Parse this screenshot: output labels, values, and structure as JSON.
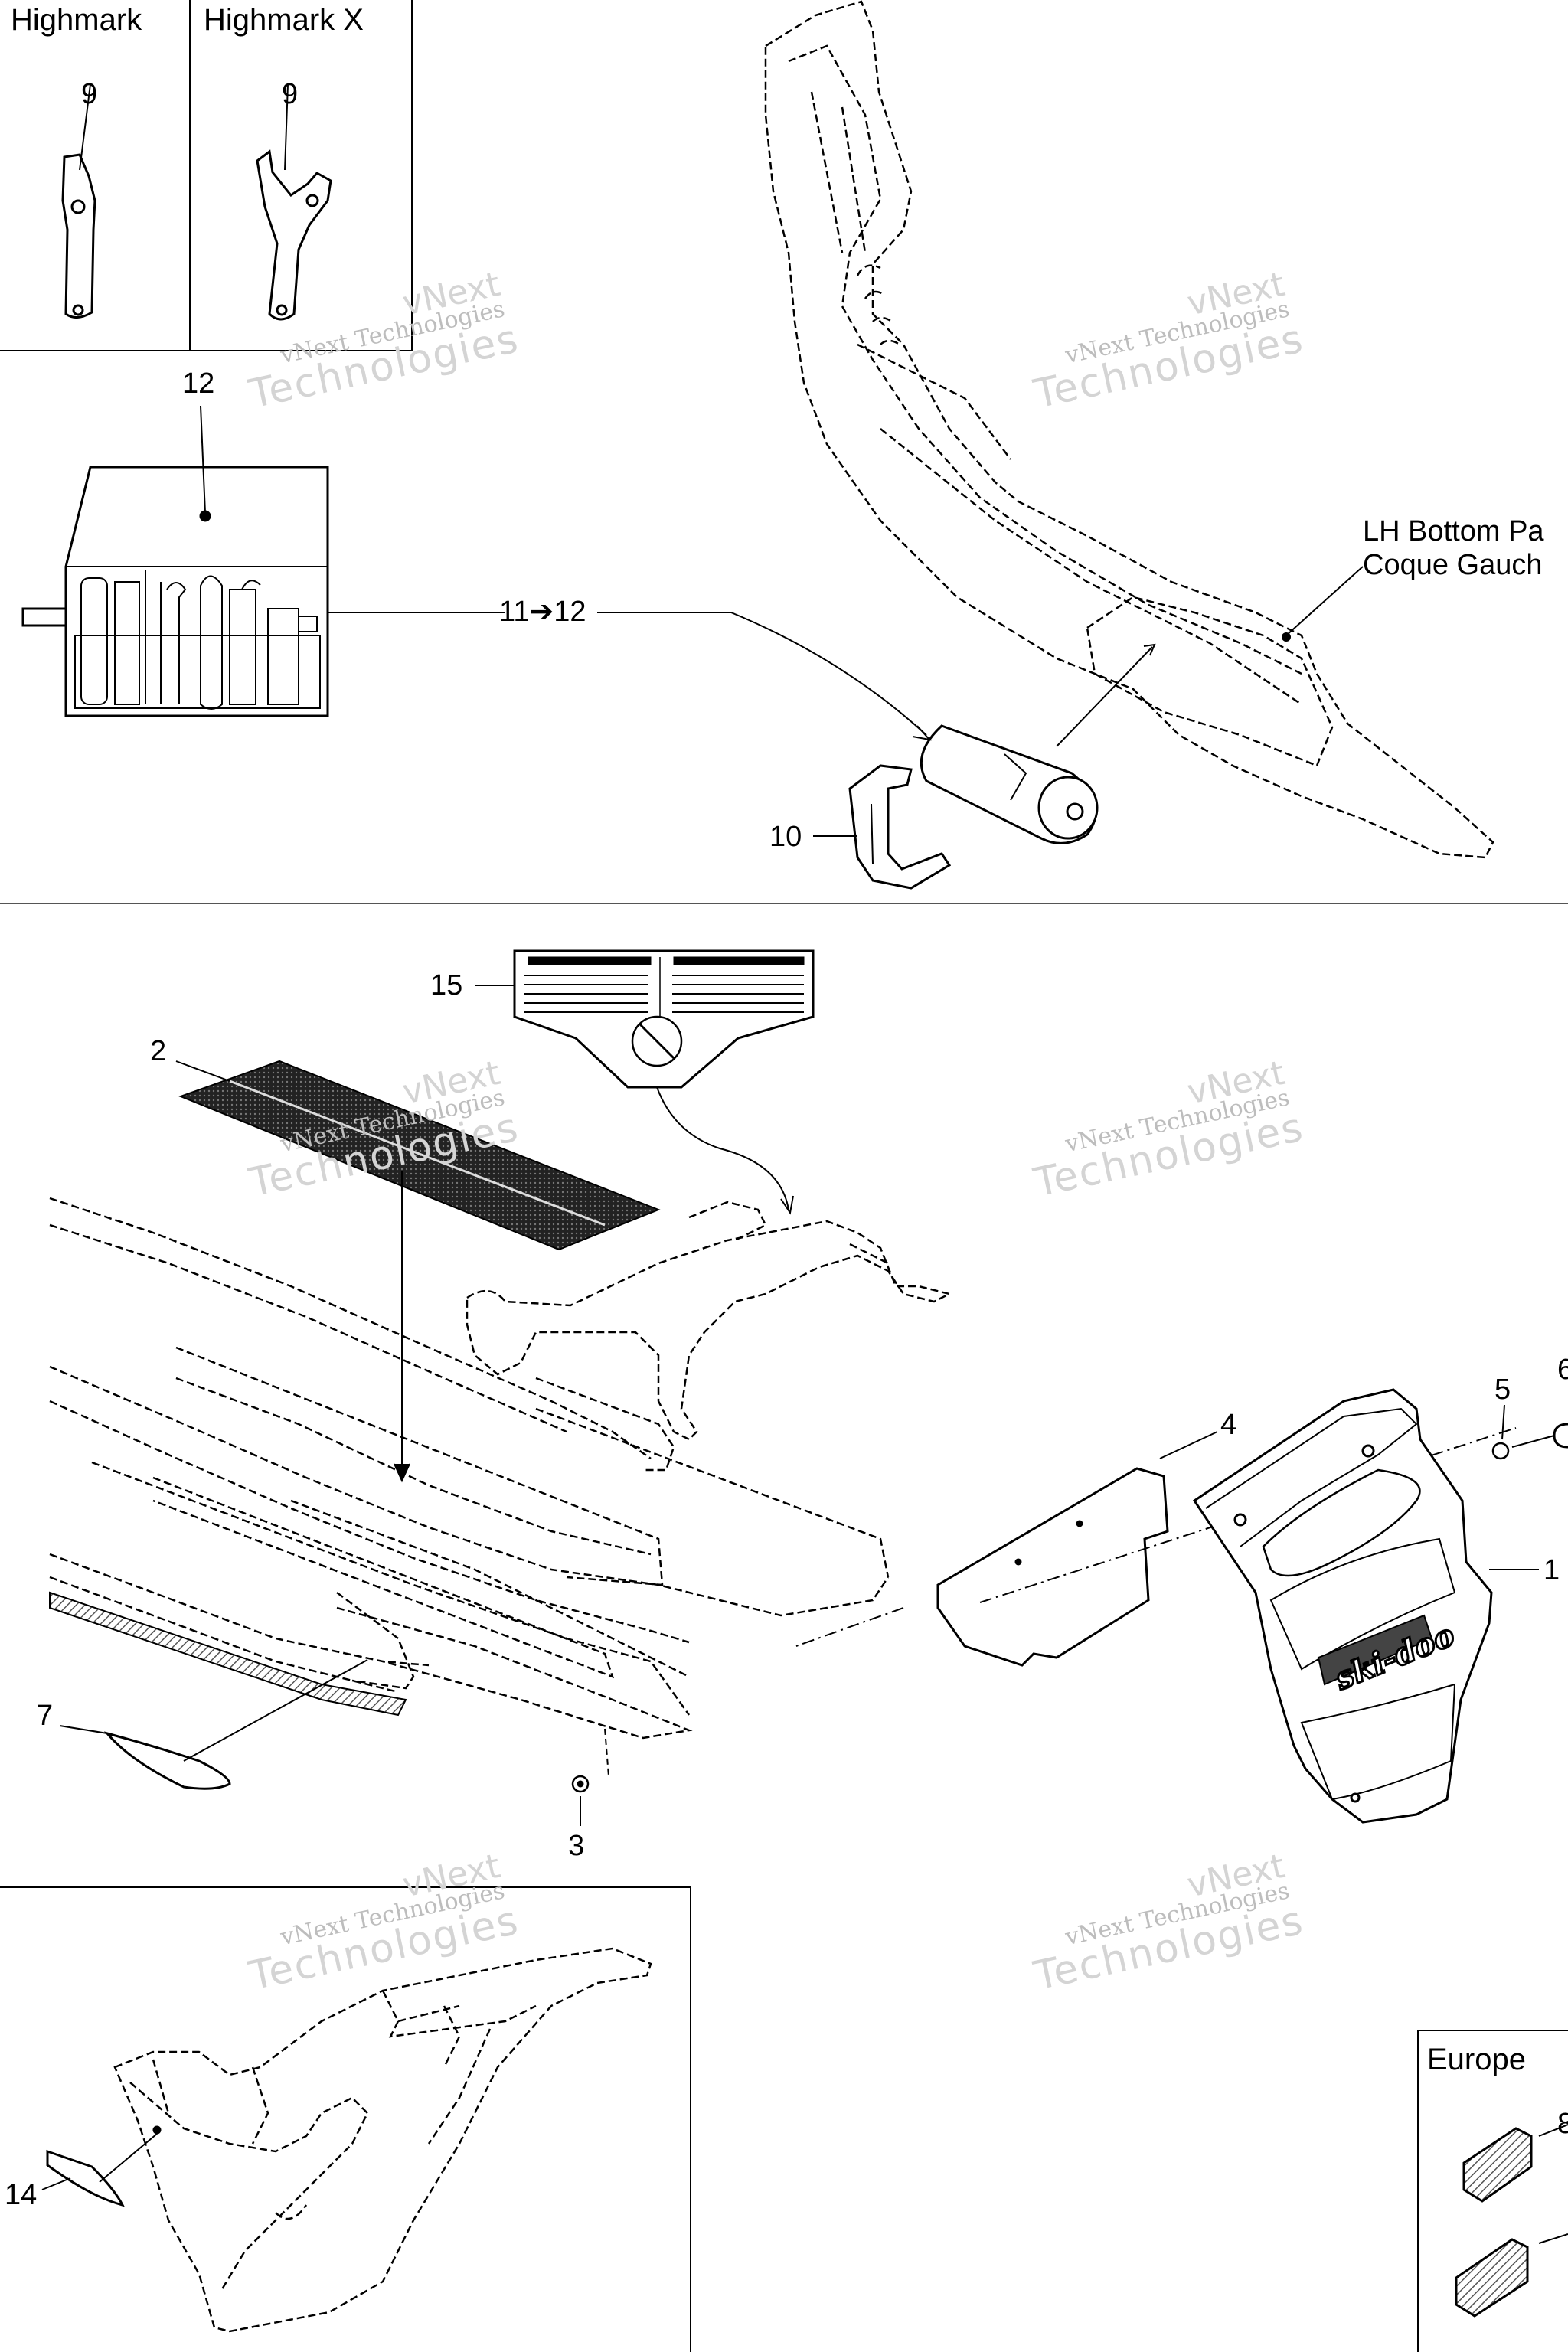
{
  "insets": {
    "highmark_label": "Highmark",
    "highmark_x_label": "Highmark X",
    "europe_label": "Europe"
  },
  "callouts": {
    "c1": "1",
    "c2": "2",
    "c3": "3",
    "c4": "4",
    "c5": "5",
    "c6": "6",
    "c7": "7",
    "c8": "8",
    "c9a": "9",
    "c9b": "9",
    "c10": "10",
    "c11_12": "11➔12",
    "c12": "12",
    "c14": "14",
    "c15": "15"
  },
  "notes": {
    "lh_bottom_line1": "LH Bottom Pa",
    "lh_bottom_line2": "Coque Gauch"
  },
  "watermark": {
    "line0": "vNext",
    "line1": "vNext Technologies",
    "line2": "Technologies"
  },
  "colors": {
    "line": "#000000",
    "watermark": "#c8c8c8",
    "background": "#ffffff"
  }
}
